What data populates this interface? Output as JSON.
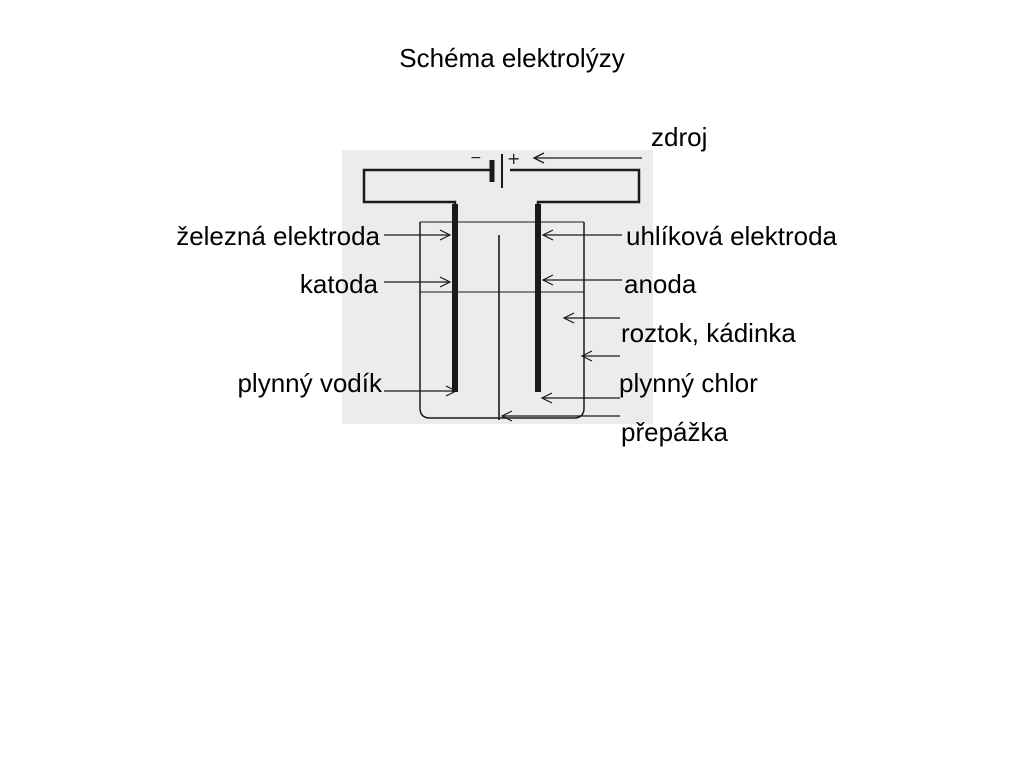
{
  "slide": {
    "title": "Schéma elektrolýzy"
  },
  "labels": {
    "source": "zdroj",
    "iron_electrode": "železná elektroda",
    "carbon_electrode": "uhlíková elektroda",
    "cathode": "katoda",
    "anode": "anoda",
    "solution_beaker": "roztok, kádinka",
    "hydrogen_gas": "plynný vodík",
    "chlorine_gas": "plynný chlor",
    "partition": "přepážka"
  },
  "figure": {
    "battery_minus": "−",
    "battery_plus": "+",
    "background_color": "#ececec",
    "line_color": "#1a1a1a"
  }
}
